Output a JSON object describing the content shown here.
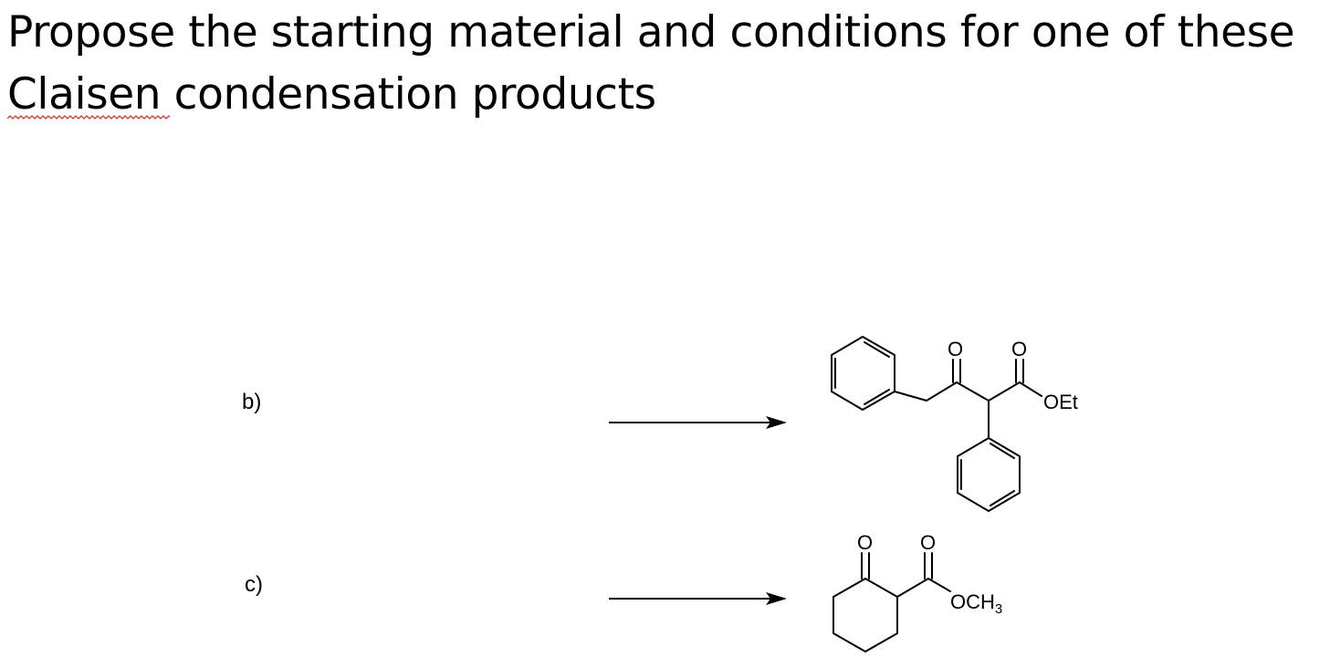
{
  "title": {
    "line1": "Propose the starting material and conditions for one of these",
    "line2": "Claisen condensation products"
  },
  "problems": [
    {
      "label": "b)",
      "product_atoms": {
        "o_ketone": "O",
        "o_ester": "O",
        "alkoxy": "OEt"
      }
    },
    {
      "label": "c)",
      "product_atoms": {
        "o_ketone": "O",
        "o_ester": "O",
        "alkoxy": "OCH",
        "alkoxy_sub": "3"
      }
    }
  ]
}
